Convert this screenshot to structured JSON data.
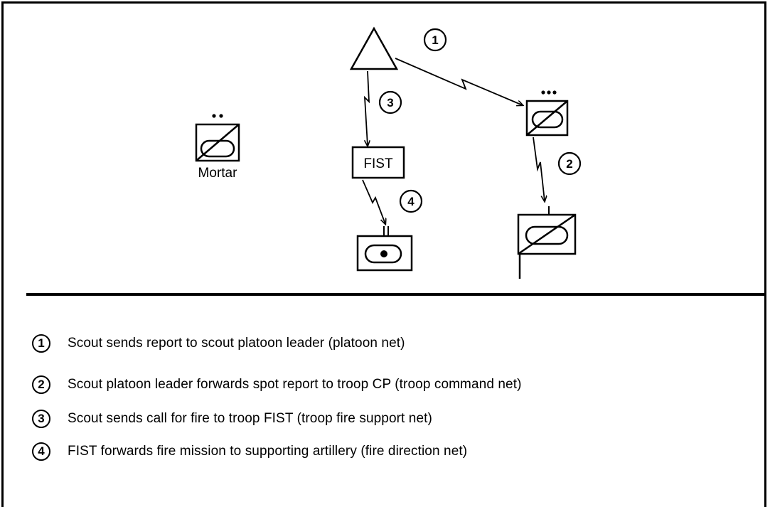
{
  "diagram": {
    "labels": {
      "mortar": "Mortar",
      "fist": "FIST"
    },
    "callouts": [
      "1",
      "2",
      "3",
      "4"
    ],
    "legend": [
      {
        "num": "1",
        "text": "Scout sends report to scout platoon leader (platoon net)"
      },
      {
        "num": "2",
        "text": "Scout platoon leader forwards spot report to troop CP (troop command net)"
      },
      {
        "num": "3",
        "text": "Scout sends call for fire to troop FIST (troop fire support net)"
      },
      {
        "num": "4",
        "text": "FIST forwards fire mission to supporting artillery (fire direction net)"
      }
    ]
  }
}
